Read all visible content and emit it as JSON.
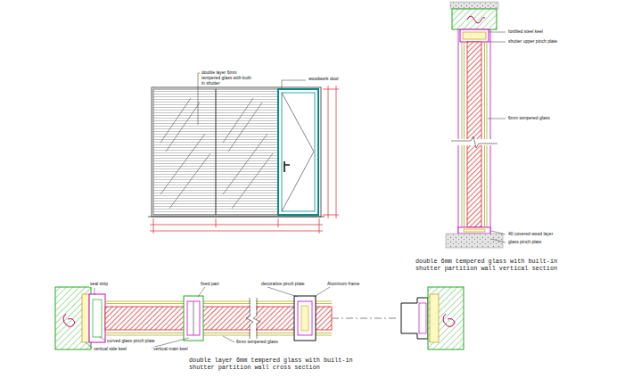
{
  "diagram": {
    "labels": [
      "double layer 6mm tempered glass with built-in shutter",
      "woodwork door",
      "fortified steel keel",
      "shutter upper pinch plate",
      "6mm tempered glass",
      "40 covered wood layer",
      "glass pinch plate",
      "double 6mm tempered glass with built-in shutter partition wall vertical section",
      "seal strip",
      "fixed part",
      "decorative pinch plate",
      "Aluminum frame",
      "curved glass pinch plate",
      "vertical side keel",
      "vertical main keel",
      "6mm tempered glass",
      "double layer 6mm tempered glass with built-in shutter partition wall cross section"
    ]
  }
}
